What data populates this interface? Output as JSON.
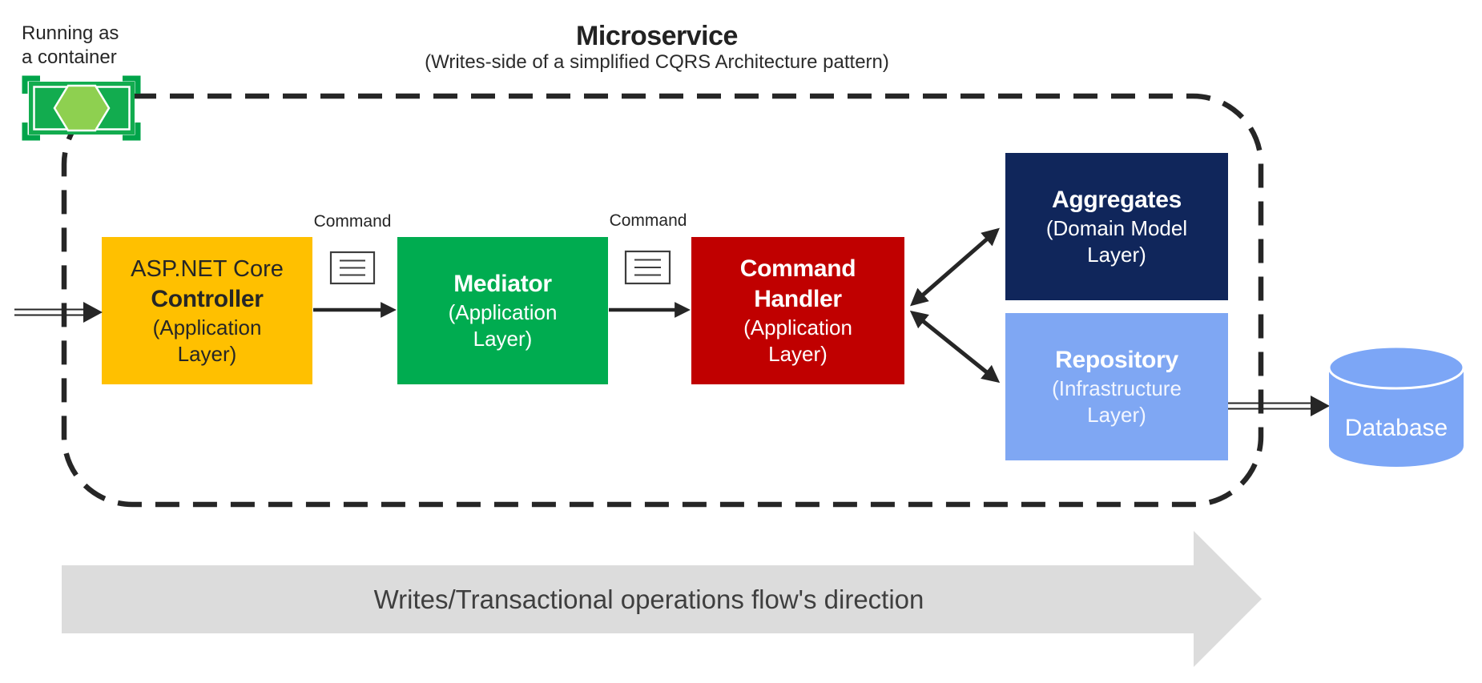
{
  "header": {
    "title": "Microservice",
    "subtitle": "(Writes-side of a simplified CQRS Architecture pattern)"
  },
  "container_badge": {
    "label_line1": "Running as",
    "label_line2": "a container"
  },
  "boxes": {
    "controller": {
      "name_line": "ASP.NET Core",
      "title": "Controller",
      "subtitle": "(Application Layer)",
      "color": "#FFC000"
    },
    "mediator": {
      "title": "Mediator",
      "subtitle": "(Application Layer)",
      "color": "#00AC50"
    },
    "command_handler": {
      "title": "Command Handler",
      "subtitle": "(Application Layer)",
      "color": "#C00000"
    },
    "aggregates": {
      "title": "Aggregates",
      "subtitle": "(Domain Model Layer)",
      "color": "#10265B"
    },
    "repository": {
      "title": "Repository",
      "subtitle": "(Infrastructure Layer)",
      "color": "#7FA7F3"
    }
  },
  "message_labels": {
    "first": "Command",
    "second": "Command"
  },
  "database": {
    "label": "Database",
    "color": "#7CA6F6"
  },
  "flow_arrow": {
    "label": "Writes/Transactional operations flow's direction",
    "color": "#DCDCDC"
  },
  "icons": {
    "container_icon": "green-container-with-hexagon",
    "command_message_icon": "document-with-lines",
    "database_icon": "blue-cylinder"
  },
  "line_colors": {
    "boundary": "#262626",
    "arrow": "#262626"
  }
}
